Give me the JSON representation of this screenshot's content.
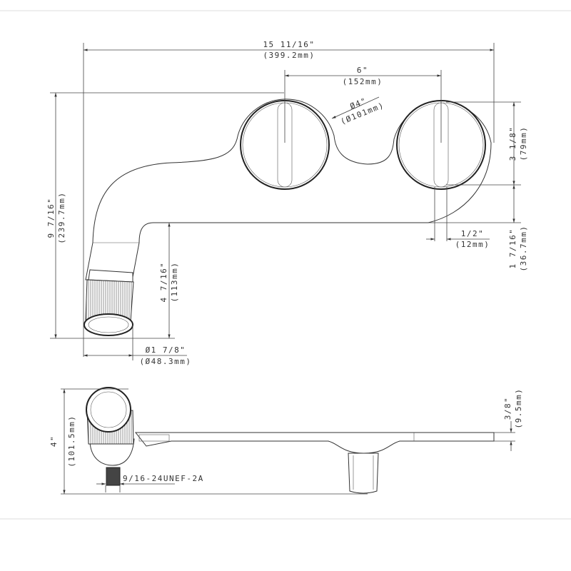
{
  "drawing": {
    "top_view": {
      "overall_width": {
        "imperial": "15 11/16\"",
        "metric": "(399.2mm)"
      },
      "hole_spacing": {
        "imperial": "6\"",
        "metric": "(152mm)"
      },
      "knob_diameter": {
        "imperial": "Ø4\"",
        "metric": "(Ø101mm)"
      },
      "knob_height": {
        "imperial": "3 1/8\"",
        "metric": "(79mm)"
      },
      "overall_height": {
        "imperial": "9 7/16\"",
        "metric": "(239.7mm)"
      },
      "neck_height": {
        "imperial": "4 7/16\"",
        "metric": "(113mm)"
      },
      "slot_offset": {
        "imperial": "1/2\"",
        "metric": "(12mm)"
      },
      "bottom_offset": {
        "imperial": "1 7/16\"",
        "metric": "(36.7mm)"
      },
      "nut_diameter": {
        "imperial": "Ø1 7/8\"",
        "metric": "(Ø48.3mm)"
      }
    },
    "side_view": {
      "total_height": {
        "imperial": "4\"",
        "metric": "(101.5mm)"
      },
      "plate_thickness": {
        "imperial": "3/8\"",
        "metric": "(9.5mm)"
      },
      "thread_spec": "9/16-24UNEF-2A"
    }
  }
}
